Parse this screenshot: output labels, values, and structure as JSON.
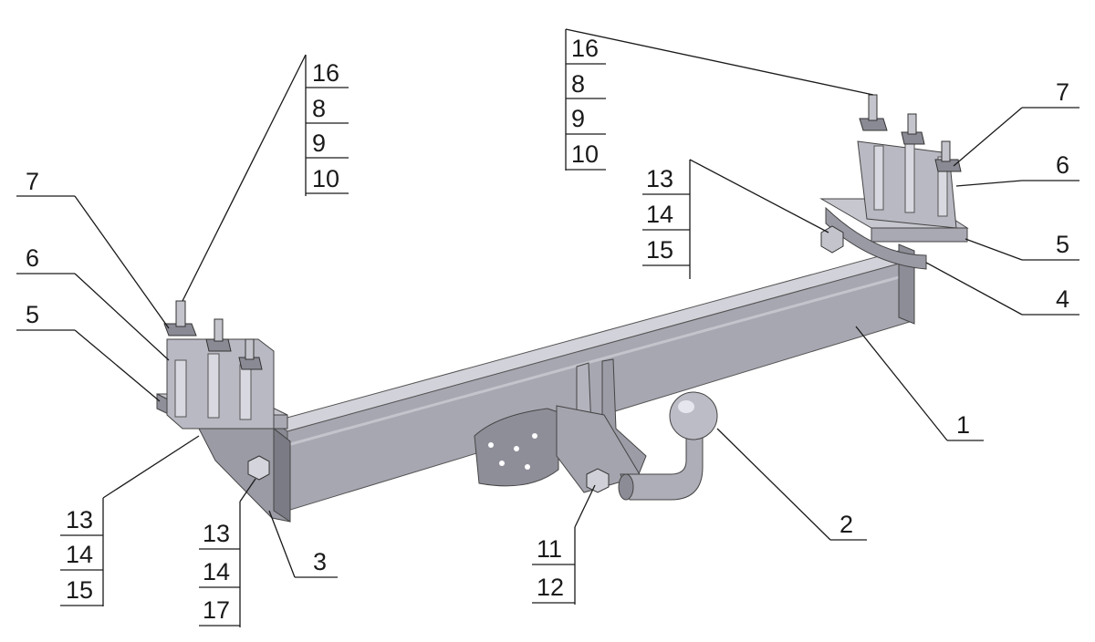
{
  "callouts": {
    "tl_stack": [
      "16",
      "8",
      "9",
      "10"
    ],
    "tr_stack": [
      "16",
      "8",
      "9",
      "10"
    ],
    "tr_mid_stack": [
      "13",
      "14",
      "15"
    ],
    "bl_stack": [
      "13",
      "14",
      "15"
    ],
    "bl_mid_stack": [
      "13",
      "14",
      "17"
    ],
    "bottom_stack": [
      "11",
      "12"
    ],
    "l7": "7",
    "l6": "6",
    "l5": "5",
    "r7": "7",
    "r6": "6",
    "r5": "5",
    "r4": "4",
    "p1": "1",
    "p2": "2",
    "p3": "3"
  },
  "colors": {
    "metal_light": "#c9c9d2",
    "metal_mid": "#a9a9b4",
    "metal_dark": "#7c7c88",
    "line": "#1a1a1a"
  }
}
